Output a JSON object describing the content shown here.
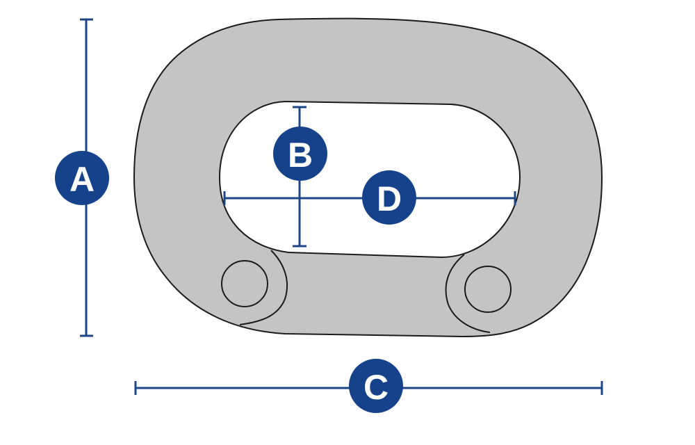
{
  "labels": {
    "a": "A",
    "b": "B",
    "c": "C",
    "d": "D"
  },
  "colors": {
    "accent": "#15428b",
    "link_fill": "#c4c4c4",
    "outline": "#1a1a1a",
    "background": "#ffffff"
  }
}
